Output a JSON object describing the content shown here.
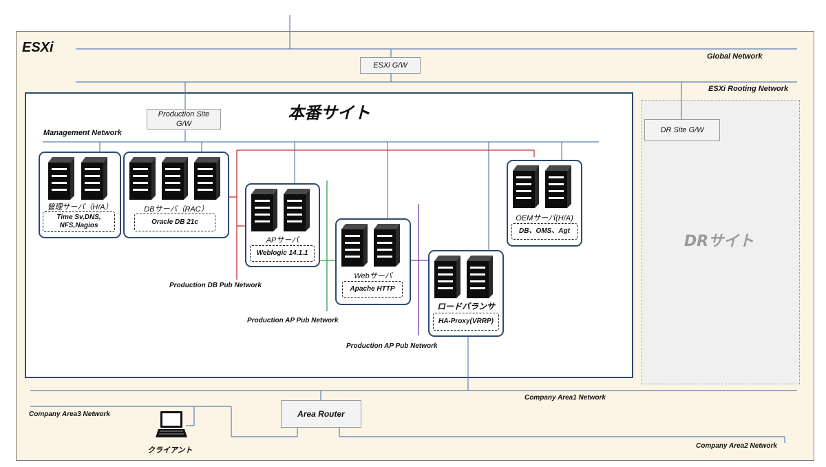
{
  "esxi": {
    "label": "ESXi"
  },
  "networks": {
    "global": "Global Network",
    "esxi_routing": "ESXi Rooting Network",
    "management": "Management Network",
    "prod_db_pub": "Production DB Pub Network",
    "prod_ap_pub_1": "Production AP Pub Network",
    "prod_ap_pub_2": "Production AP Pub Network",
    "company_area1": "Company Area1 Network",
    "company_area2": "Company Area2 Network",
    "company_area3": "Company Area3 Network"
  },
  "gateways": {
    "esxi_gw": "ESXi G/W",
    "prod_site_gw": "Production Site G/W",
    "dr_site_gw": "DR Site G/W",
    "area_router": "Area Router"
  },
  "sites": {
    "production_title": "本番サイト",
    "dr_title": "DRサイト"
  },
  "groups": {
    "mgmt": {
      "title": "管理サーバ（H/A）",
      "detail": "Time Sv,DNS, NFS,Nagios"
    },
    "db": {
      "title": "DBサーバ（RAC）",
      "detail": "Oracle DB 21c"
    },
    "ap": {
      "title": "APサーバ",
      "detail": "Weblogic 14.1.1"
    },
    "web": {
      "title": "Webサーバ",
      "detail": "Apache HTTP"
    },
    "lb": {
      "title": "ロードバランサ",
      "detail": "HA-Proxy(VRRP)"
    },
    "oem": {
      "title": "OEMサーバ(H/A)",
      "detail": "DB、OMS、Agt"
    }
  },
  "client": {
    "label": "クライアント",
    "icon": "laptop-icon"
  },
  "icons": {
    "server": "server-tower-icon"
  },
  "colors": {
    "network_line": "#5b7fb8",
    "db_pub": "#c9302c",
    "ap_pub_1": "#2aa84a",
    "ap_pub_2": "#7a3aa6",
    "group_border": "#2d4a6e",
    "esxi_bg": "#fcf5e6",
    "dr_bg": "#f0f0f0"
  }
}
